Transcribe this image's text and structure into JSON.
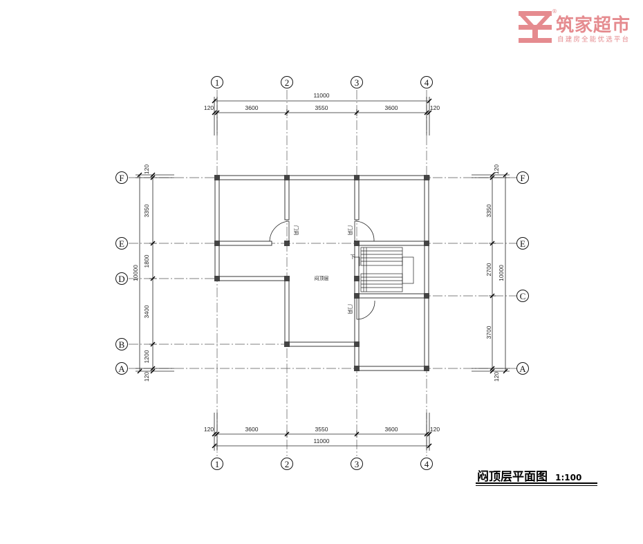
{
  "logo": {
    "name": "筑家超市",
    "tagline": "自建房全能优选平台",
    "registered_mark": "®",
    "brand_color": "#e58b8f"
  },
  "drawing": {
    "title": "闷顶层平面图",
    "scale": "1:100"
  },
  "axes": {
    "columns": [
      "1",
      "2",
      "3",
      "4"
    ],
    "rows_left": [
      "F",
      "E",
      "D",
      "B",
      "A"
    ],
    "rows_right": [
      "F",
      "E",
      "C",
      "A"
    ]
  },
  "dimensions": {
    "top_total": "11000",
    "top_segments": [
      "120",
      "3600",
      "3550",
      "3600",
      "120"
    ],
    "bottom_total": "11000",
    "bottom_segments": [
      "120",
      "3600",
      "3550",
      "3600",
      "120"
    ],
    "left_total": "10000",
    "left_segments": [
      "120",
      "3350",
      "1800",
      "3400",
      "1200",
      "120"
    ],
    "right_total": "10000",
    "right_segments": [
      "120",
      "3350",
      "2700",
      "3700",
      "120"
    ]
  },
  "rooms": {
    "center": "闷顶层",
    "door_1": "门洞",
    "door_2": "门洞",
    "door_3": "门洞",
    "stair_down": "下"
  }
}
